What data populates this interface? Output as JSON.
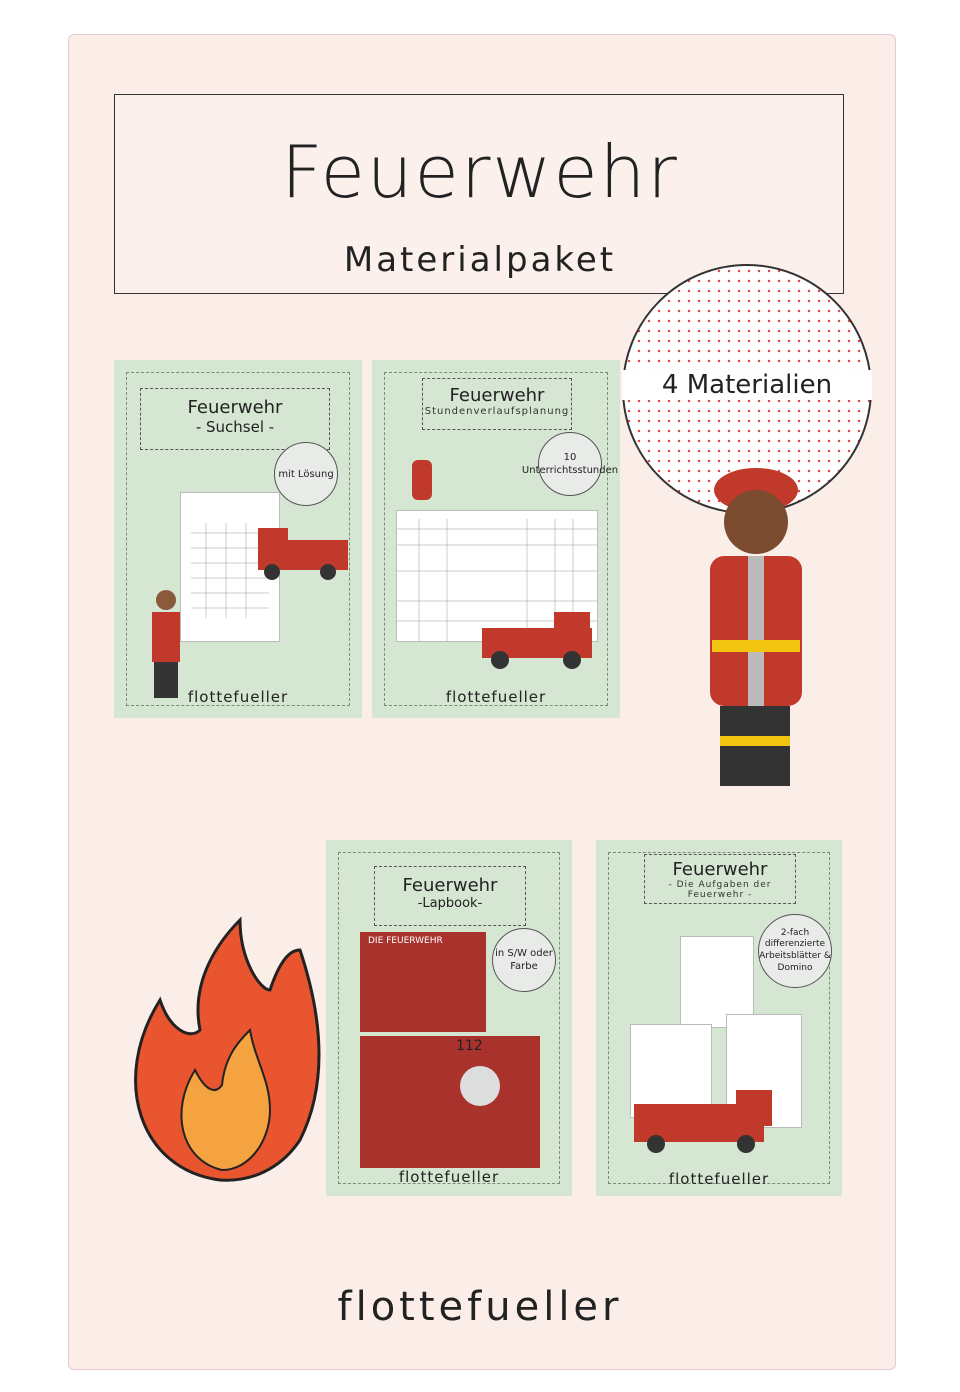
{
  "title": "Feuerwehr",
  "subtitle": "Materialpaket",
  "badge": "4 Materialien",
  "brand": "flottefueller",
  "cards": [
    {
      "title": "Feuerwehr",
      "subtitle": "- Suchsel -",
      "circle": "mit Lösung",
      "footer": "flottefueller"
    },
    {
      "title": "Feuerwehr",
      "subtitle": "Stundenverlaufsplanung",
      "circle": "10 Unterrichtsstunden",
      "footer": "flottefueller"
    },
    {
      "title": "Feuerwehr",
      "subtitle": "-Lapbook-",
      "circle": "in S/W oder Farbe",
      "footer": "flottefueller",
      "lapbook_heading": "DIE FEUERWEHR",
      "lapbook_number": "112"
    },
    {
      "title": "Feuerwehr",
      "subtitle": "- Die Aufgaben der Feuerwehr -",
      "circle": "2-fach differenzierte Arbeitsblätter & Domino",
      "footer": "flottefueller"
    }
  ]
}
